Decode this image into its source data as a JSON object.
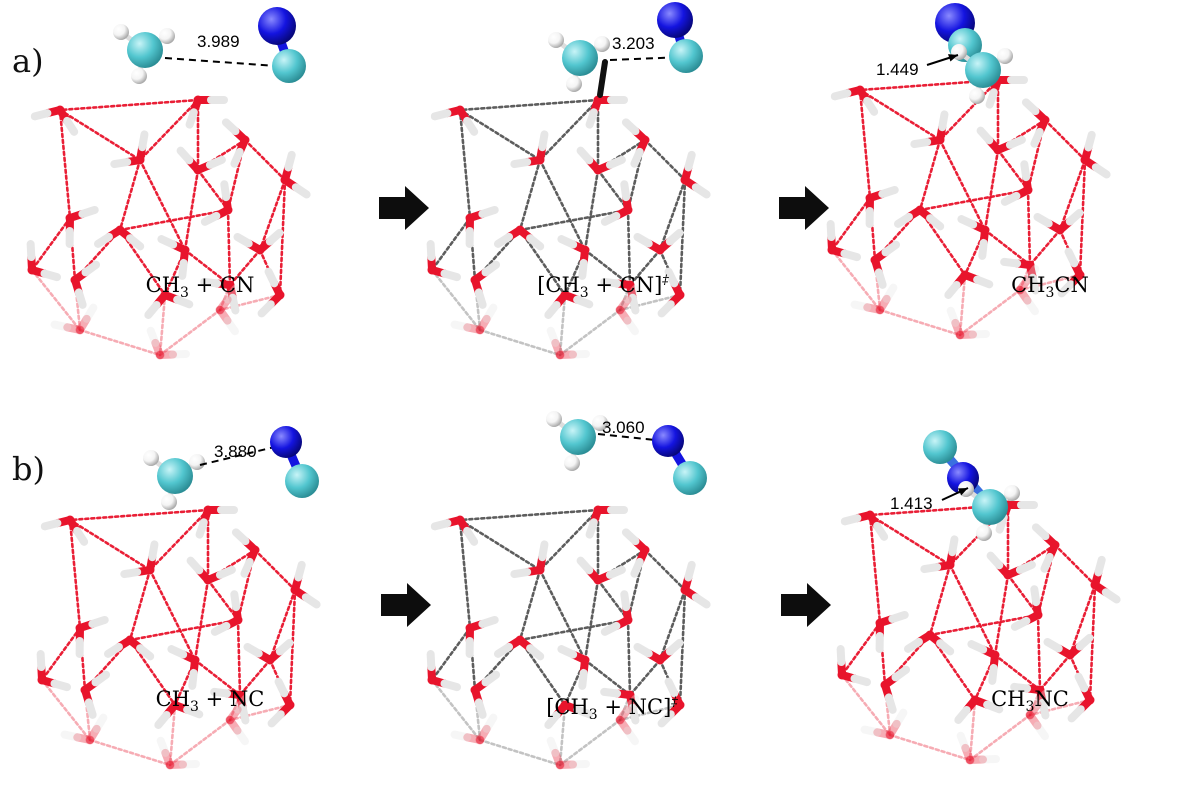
{
  "colors": {
    "carbon": "#52c6cf",
    "nitrogen": "#1414e0",
    "hydrogen": "#f4f4f4",
    "oxygen": "#e8142c",
    "hbond_red": "#e8142c",
    "hbond_gray": "#555555",
    "arrow": "#0d0d0d"
  },
  "panels": [
    {
      "id": "a",
      "letter": "a)",
      "steps": [
        {
          "label": {
            "pre": "CH",
            "sub": "3",
            "mid": " + CN",
            "post": "",
            "sup": ""
          },
          "distance": "3.989"
        },
        {
          "label": {
            "pre": "[CH",
            "sub": "3",
            "mid": " + CN]",
            "post": "",
            "sup": "‡"
          },
          "distance": "3.203"
        },
        {
          "label": {
            "pre": "CH",
            "sub": "3",
            "mid": "CN",
            "post": "",
            "sup": ""
          },
          "distance": "1.449"
        }
      ]
    },
    {
      "id": "b",
      "letter": "b)",
      "steps": [
        {
          "label": {
            "pre": "CH",
            "sub": "3",
            "mid": " + NC",
            "post": "",
            "sup": ""
          },
          "distance": "3.880"
        },
        {
          "label": {
            "pre": "[CH",
            "sub": "3",
            "mid": " + NC]",
            "post": "",
            "sup": "‡"
          },
          "distance": "3.060"
        },
        {
          "label": {
            "pre": "CH",
            "sub": "3",
            "mid": "NC",
            "post": "",
            "sup": ""
          },
          "distance": "1.413"
        }
      ]
    }
  ],
  "icons": [
    "reaction-arrow-icon"
  ]
}
